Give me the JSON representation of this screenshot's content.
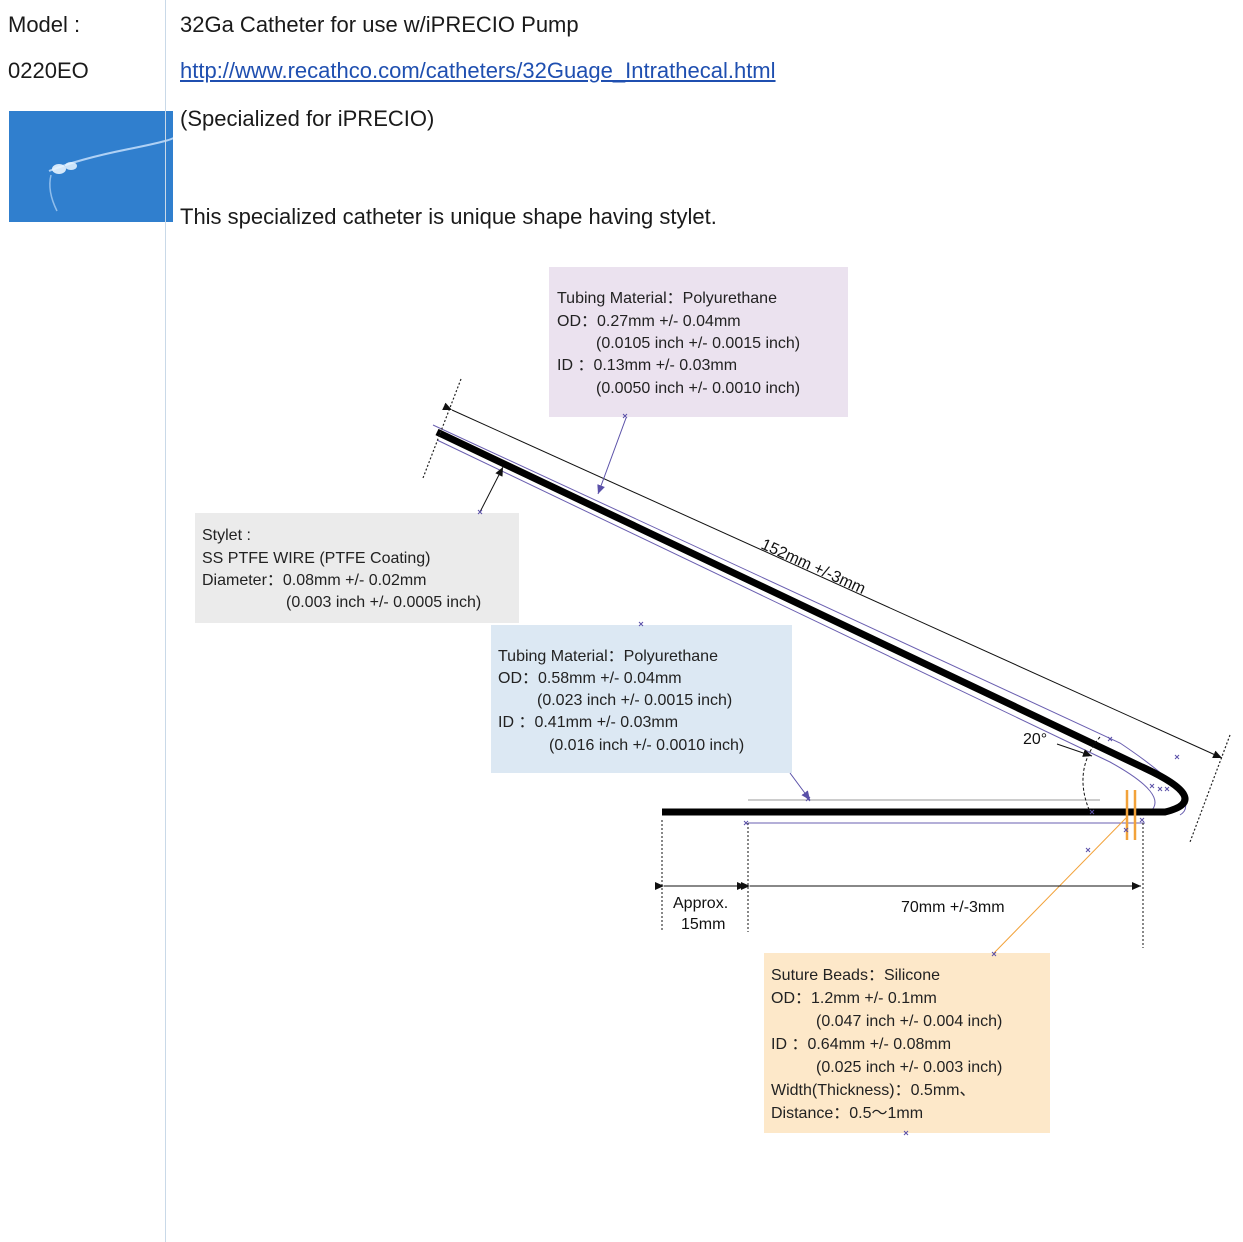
{
  "model": {
    "label": "Model :",
    "code": "0220EO"
  },
  "product": {
    "title": "32Ga Catheter for use w/iPRECIO Pump",
    "url": "http://www.recathco.com/catheters/32Guage_Intrathecal.html",
    "note": "(Specialized for iPRECIO)",
    "description": "This specialized catheter is unique shape having stylet."
  },
  "diagram": {
    "thin_tubing": [
      "Tubing Material：Polyurethane",
      "OD：0.27mm +/- 0.04mm",
      "(0.0105 inch +/- 0.0015 inch)",
      "ID ：0.13mm +/- 0.03mm",
      "(0.0050 inch +/- 0.0010 inch)"
    ],
    "stylet": [
      "Stylet :",
      "SS PTFE WIRE (PTFE Coating)",
      "Diameter：0.08mm +/- 0.02mm",
      "(0.003 inch +/- 0.0005 inch)"
    ],
    "thick_tubing": [
      "Tubing Material：Polyurethane",
      "OD：0.58mm +/- 0.04mm",
      "(0.023 inch +/- 0.0015 inch)",
      "ID ：0.41mm +/- 0.03mm",
      "(0.016 inch +/- 0.0010 inch)"
    ],
    "suture_beads": [
      "Suture Beads：Silicone",
      "OD：1.2mm +/- 0.1mm",
      "(0.047 inch +/- 0.004 inch)",
      "ID ：0.64mm +/- 0.08mm",
      "(0.025 inch +/- 0.003 inch)",
      "Width(Thickness)：0.5mm、",
      "Distance：0.5〜1mm"
    ],
    "dim_long": "152mm +/-3mm",
    "dim_angle": "20°",
    "dim_approx": [
      "Approx.",
      "15mm"
    ],
    "dim_short": "70mm +/-3mm"
  },
  "colors": {
    "box_purple": "#ebe2ef",
    "box_gray": "#ebebeb",
    "box_blue": "#dce8f3",
    "box_orange": "#fde8c9",
    "guide_purple": "#6a5fb0",
    "bead_orange": "#f2a23a",
    "link": "#1f4fb0"
  }
}
